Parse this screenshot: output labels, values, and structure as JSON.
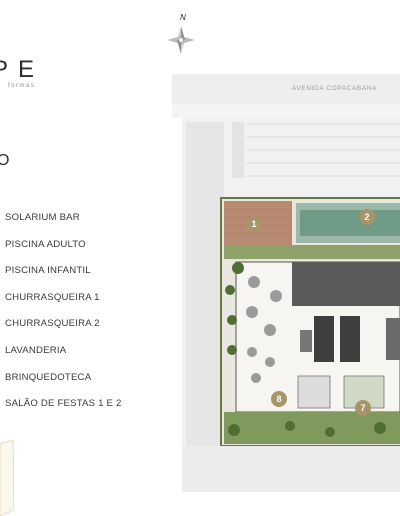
{
  "brand": {
    "logo_text": "PE",
    "tagline": "formas"
  },
  "section": {
    "title_fragment": "O"
  },
  "legend": {
    "items": [
      "SOLARIUM BAR",
      "PISCINA ADULTO",
      "PISCINA INFANTIL",
      "CHURRASQUEIRA 1",
      "CHURRASQUEIRA 2",
      "LAVANDERIA",
      "BRINQUEDOTECA",
      "SALÃO DE FESTAS 1 E 2"
    ]
  },
  "plan": {
    "compass_label": "N",
    "street_label": "AVENIDA COPACABANA",
    "markers": [
      "1",
      "2",
      "8",
      "7"
    ],
    "colors": {
      "accent": "#a89468",
      "lawn": "#6d8a4a",
      "pool": "#6f9a86",
      "building": "#4a4a4a"
    }
  }
}
